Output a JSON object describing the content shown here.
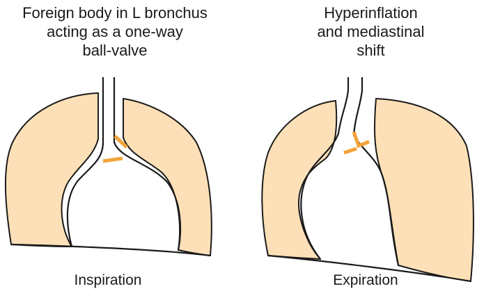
{
  "panels": [
    {
      "caption": [
        "Foreign body in L bronchus",
        "acting as a one-way",
        "ball-valve"
      ],
      "phase": "Inspiration"
    },
    {
      "caption": [
        "Hyperinflation",
        "and mediastinal",
        "shift"
      ],
      "phase": "Expiration"
    }
  ],
  "colors": {
    "lung_fill": "#fde0b7",
    "outline": "#1a1a1a",
    "foreign_body": "#f2a33a",
    "background": "#ffffff"
  }
}
